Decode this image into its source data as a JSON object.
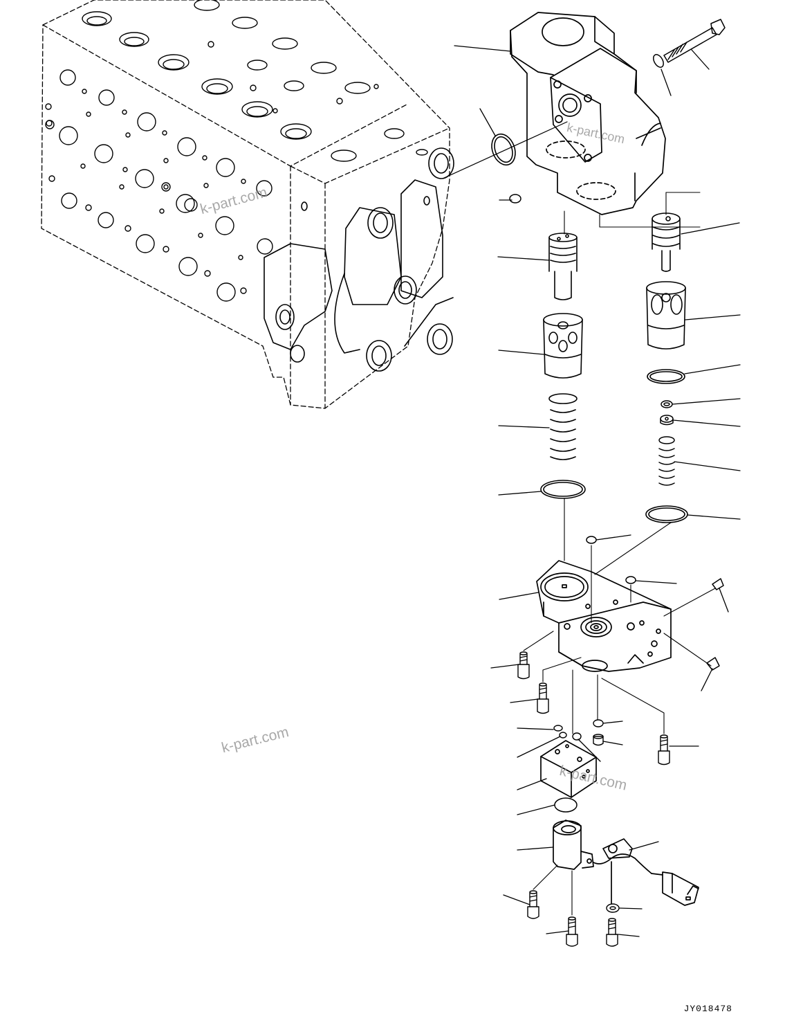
{
  "drawing_id": "JY018478",
  "watermarks": [
    "k-part.com",
    "k-part.com",
    "k-part.com",
    "k-part.com"
  ]
}
